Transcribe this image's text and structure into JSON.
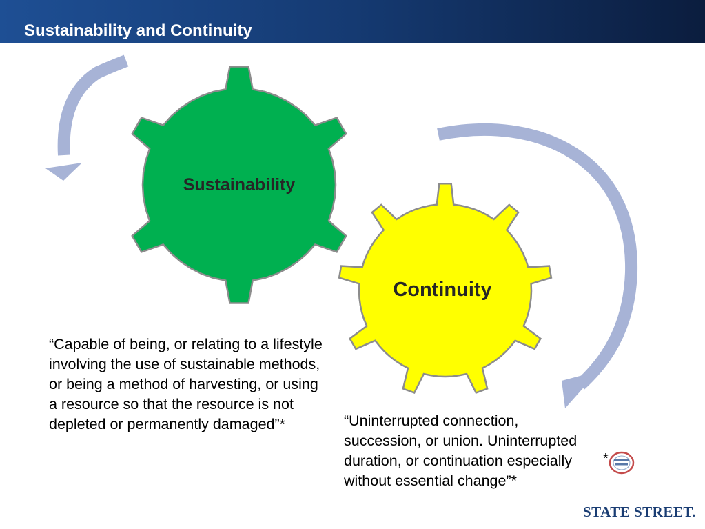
{
  "slide": {
    "title": "Sustainability and Continuity"
  },
  "diagram": {
    "gears": [
      {
        "label": "Sustainability",
        "color": "#00b050"
      },
      {
        "label": "Continuity",
        "color": "#ffff00"
      }
    ],
    "arrow_color": "#a7b3d6",
    "gear_stroke": "#8c8c8c"
  },
  "definitions": {
    "sustainability": "“Capable of being, or relating to a lifestyle involving the use of sustainable methods, or being a method of harvesting, or using a resource so that the resource is not depleted or permanently damaged”*",
    "continuity": "“Uninterrupted connection, succession, or union. Uninterrupted duration, or continuation especially without essential change”*"
  },
  "footnote": {
    "marker": "*",
    "source_logo": "merriam-webster-seal"
  },
  "brand": {
    "name": "STATE STREET."
  },
  "colors": {
    "title_bar_start": "#1e4f94",
    "title_bar_end": "#0b1d3e",
    "brand_text": "#1a3d73"
  }
}
